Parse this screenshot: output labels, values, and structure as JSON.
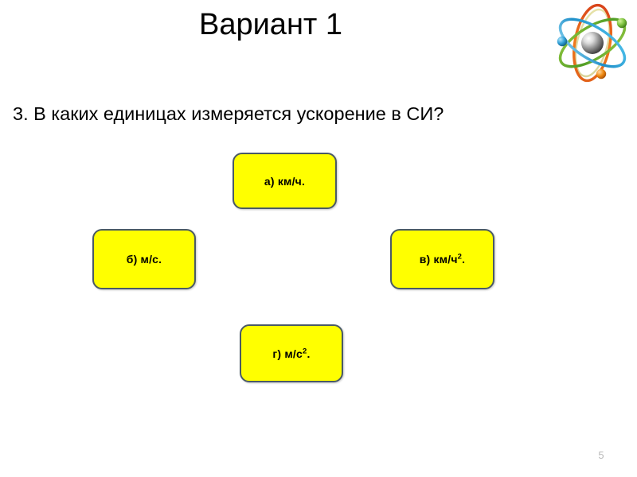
{
  "slide": {
    "title": "Вариант 1",
    "page_number": "5",
    "background_color": "#ffffff",
    "question": {
      "number": "3.",
      "text": "3. В каких единицах измеряется ускорение в СИ?"
    },
    "answers": [
      {
        "id": "a",
        "label": "а) км/ч.",
        "base": "а) км/ч.",
        "sup": "",
        "tail": ""
      },
      {
        "id": "b",
        "label": "б) м/с.",
        "base": "б) м/с.",
        "sup": "",
        "tail": ""
      },
      {
        "id": "c",
        "label": "в) км/ч2.",
        "base": "в) км/ч",
        "sup": "2",
        "tail": "."
      },
      {
        "id": "d",
        "label": "г) м/с2.",
        "base": "г) м/с",
        "sup": "2",
        "tail": "."
      }
    ],
    "answer_style": {
      "fill_color": "#ffff00",
      "border_color": "#4a5a66"
    },
    "logo": {
      "name": "atom-icon",
      "nucleus_color": "#5a5a5a",
      "orbit_colors": [
        "#e8601c",
        "#6cb33f",
        "#2f9fd8"
      ],
      "electron_colors": [
        "#6cb33f",
        "#2f9fd8",
        "#e8861c"
      ]
    }
  }
}
